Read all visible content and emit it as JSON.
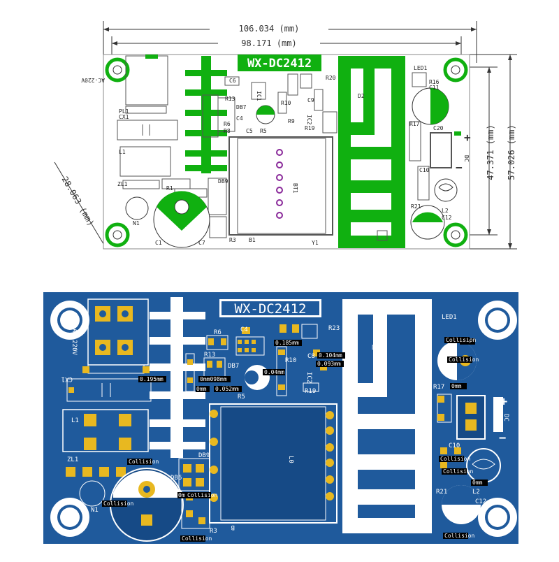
{
  "top_board": {
    "title": "WX-DC2412",
    "dimensions": {
      "width_outer": "106.034 (mm)",
      "width_inner": "98.171 (mm)",
      "height_inner": "47.371 (mm)",
      "height_outer": "57.026 (mm)",
      "diagonal": "28.063 (mm)"
    },
    "labels": {
      "ac": "AC-220V",
      "pl1": "PL1",
      "cx1": "CX1",
      "l1": "L1",
      "zl1": "ZL1",
      "n1": "N1",
      "c1": "C1",
      "r1": "R1",
      "c6": "C6",
      "r13": "R13",
      "db7": "DB7",
      "r6": "R6",
      "r8": "R8",
      "c4": "C4",
      "c5": "C5",
      "r5": "R5",
      "db9": "DB9",
      "r3": "R3",
      "c7": "C7",
      "b1": "B1",
      "y1": "Y1",
      "bt1": "BT1",
      "d2": "D2",
      "r10": "R10",
      "r9": "R9",
      "ic2": "IC2",
      "c9": "C9",
      "r19": "R19",
      "r20": "R20",
      "ic1": "IC1",
      "led1": "LED1",
      "r16": "R16",
      "c11": "C11",
      "r17": "R17",
      "c20": "C20",
      "c10": "C10",
      "r21": "R21",
      "l2": "L2",
      "c12": "C12",
      "dc": "DC",
      "plus": "+",
      "minus": "−"
    }
  },
  "bottom_board": {
    "title": "WX-DC2412",
    "labels": {
      "ac": "AC-220V",
      "cx1": "CX1",
      "l1": "L1",
      "zl1": "ZL1",
      "n1": "N1",
      "db6": "DB6",
      "db9": "DB9",
      "r6": "R6",
      "c4": "C4",
      "r23": "R23",
      "r13": "R13",
      "db7": "DB7",
      "r10": "R10",
      "r5": "R5",
      "c8": "C8",
      "ic2": "IC2",
      "r19": "R19",
      "d2": "D2",
      "led1": "LED1",
      "r17": "R17",
      "c10": "C10",
      "l2": "L2",
      "r21": "R21",
      "c12": "C12",
      "r3": "R3",
      "b1": "B",
      "lo": "L0",
      "dc": "DC",
      "plus": "+",
      "minus": "−"
    },
    "measurements": {
      "m1": "0.185mm",
      "m2": "0.104mm",
      "m3": "0.093mm",
      "m4": "0.195mm",
      "m5": "0mm098mm",
      "m6": "0.04mm",
      "m7": "0.052mm",
      "m8": "0mm",
      "m9": "0mm",
      "m10": "0m",
      "m11": "0mm",
      "m12": "0mm"
    },
    "collision_label": "Collision"
  },
  "colors": {
    "copper_green": "#10b010",
    "board_blue": "#1f5a9c",
    "board_blue_dark": "#164a86",
    "pad_gold": "#e8b820",
    "via_purple": "#8a2a9a",
    "dim_line": "#333333"
  }
}
